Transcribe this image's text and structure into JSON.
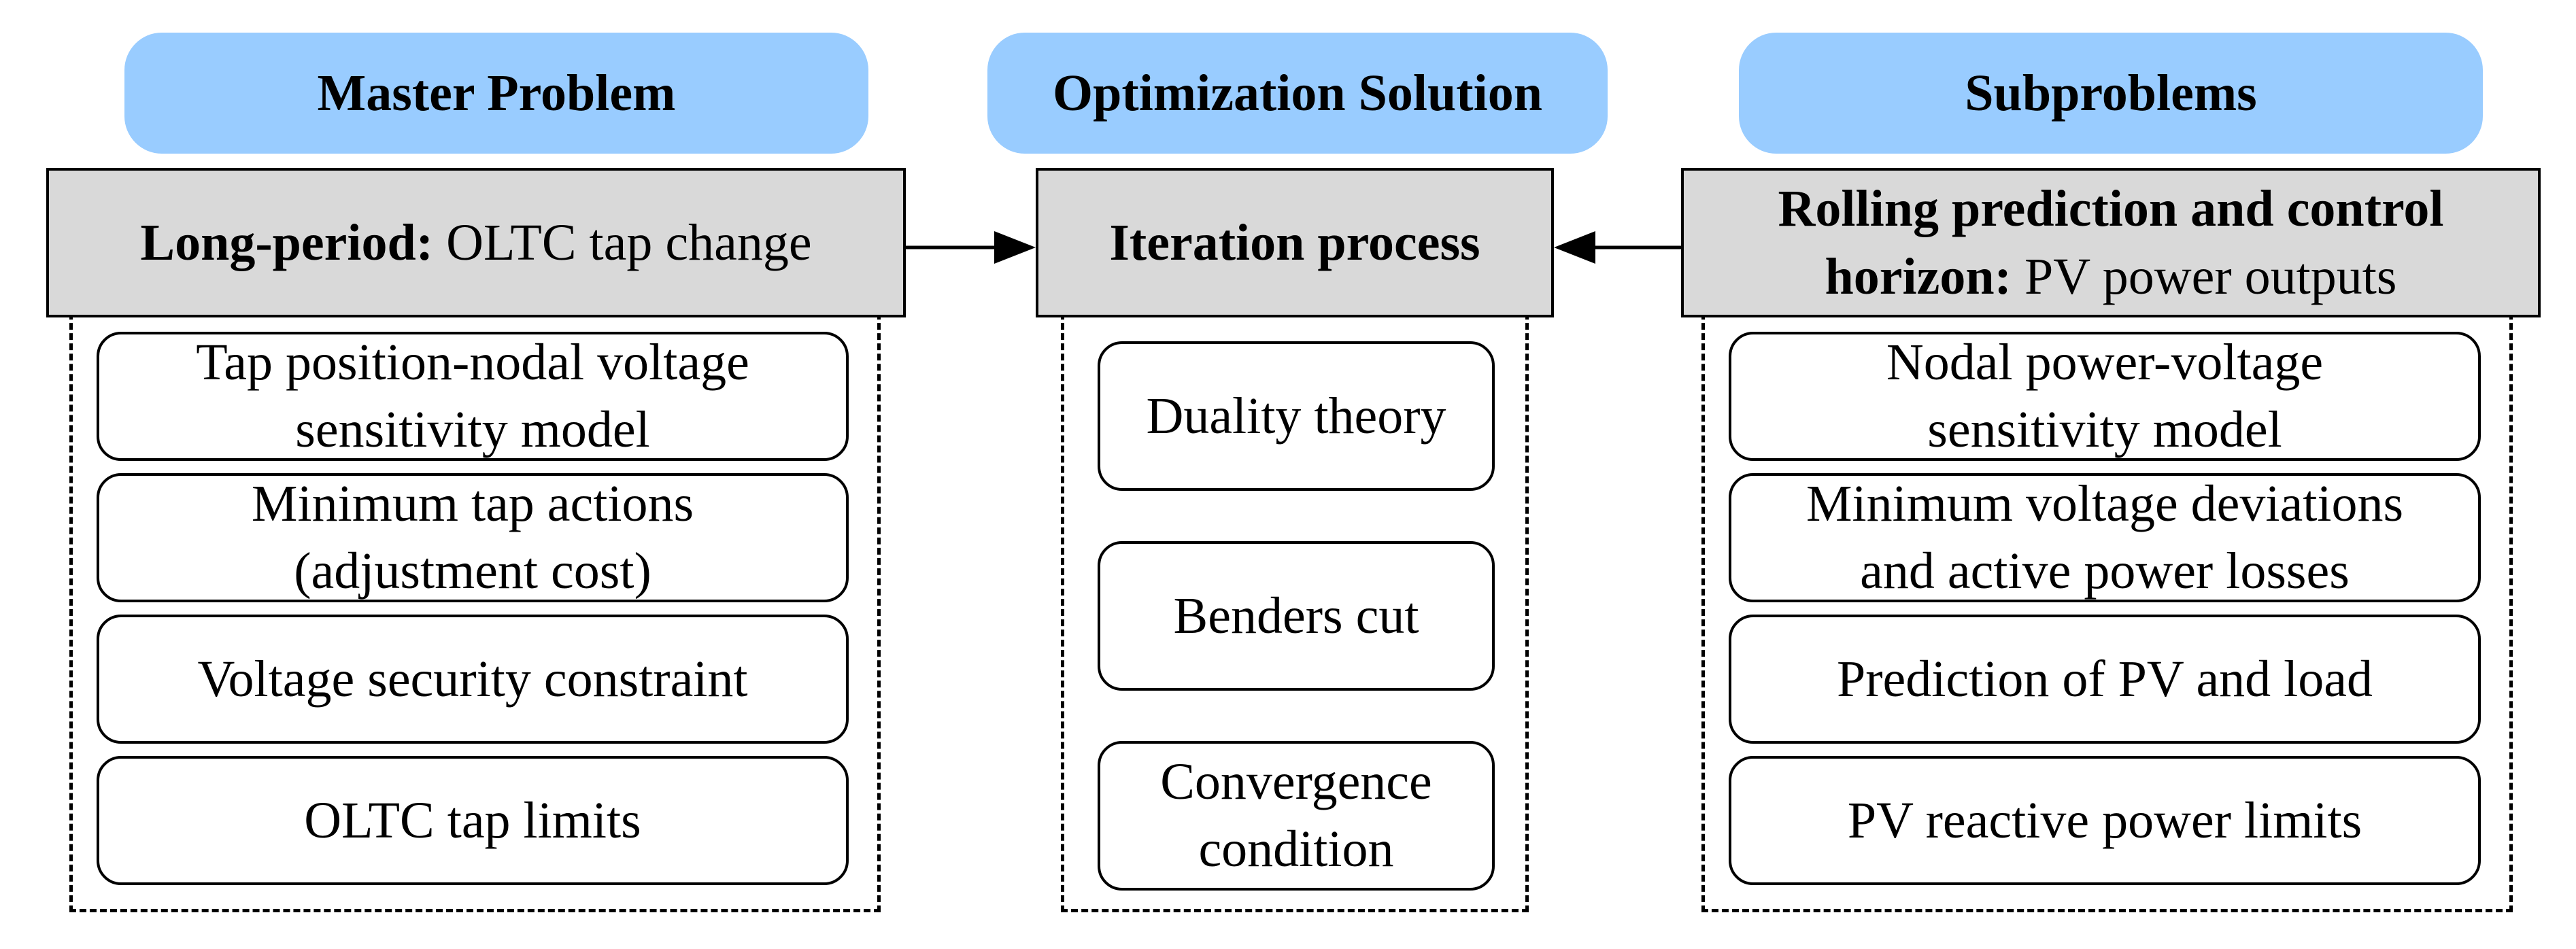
{
  "colors": {
    "pill_fill": "#99ccff",
    "heading_fill": "#d9d9d9",
    "line": "#000000"
  },
  "columns": {
    "master": {
      "header": "Master Problem",
      "heading_bold": "Long-period:",
      "heading_rest": " OLTC tap change",
      "items": [
        {
          "line1": "Tap position-nodal voltage",
          "line2": "sensitivity model"
        },
        {
          "line1": "Minimum tap actions",
          "line2": "(adjustment cost)"
        },
        {
          "line1": "Voltage security constraint",
          "line2": ""
        },
        {
          "line1": "OLTC tap limits",
          "line2": ""
        }
      ]
    },
    "optimization": {
      "header": "Optimization Solution",
      "heading_bold": "Iteration process",
      "items": [
        {
          "line1": "Duality theory",
          "line2": ""
        },
        {
          "line1": "Benders cut",
          "line2": ""
        },
        {
          "line1": "Convergence",
          "line2": "condition"
        }
      ]
    },
    "sub": {
      "header": "Subproblems",
      "heading_line1": "Rolling prediction and control",
      "heading_bold2": "horizon:",
      "heading_rest2": " PV power outputs",
      "items": [
        {
          "line1": "Nodal power-voltage",
          "line2": "sensitivity model"
        },
        {
          "line1": "Minimum voltage deviations",
          "line2": "and active power losses"
        },
        {
          "line1": "Prediction of PV and load",
          "line2": ""
        },
        {
          "line1": "PV reactive power limits",
          "line2": ""
        }
      ]
    }
  }
}
